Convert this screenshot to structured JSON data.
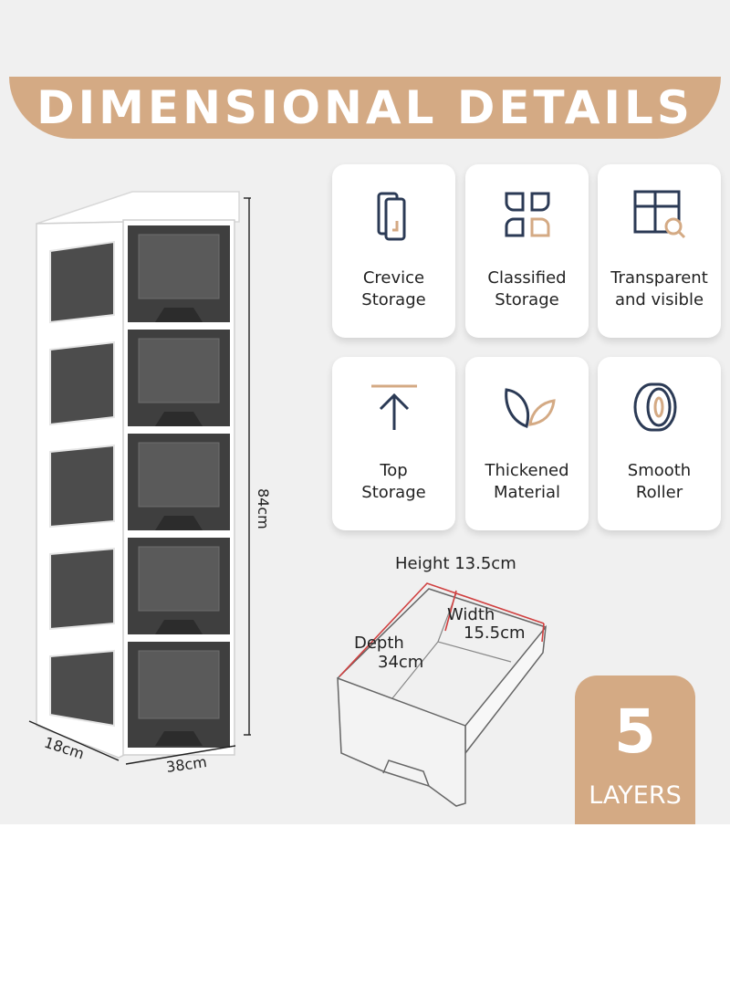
{
  "banner": {
    "title": "DIMENSIONAL DETAILS"
  },
  "colors": {
    "accent": "#D4AA84",
    "panel": "#F0F0F0",
    "card": "#FFFFFF",
    "text": "#222222",
    "dimension_line": "#D04040"
  },
  "features": [
    {
      "label_line1": "Crevice",
      "label_line2": "Storage",
      "icon": "crevice-icon"
    },
    {
      "label_line1": "Classified",
      "label_line2": "Storage",
      "icon": "four-compartment-icon"
    },
    {
      "label_line1": "Transparent",
      "label_line2": "and visible",
      "icon": "magnifier-window-icon"
    },
    {
      "label_line1": "Top",
      "label_line2": "Storage",
      "icon": "arrow-up-icon"
    },
    {
      "label_line1": "Thickened",
      "label_line2": "Material",
      "icon": "leaf-icon"
    },
    {
      "label_line1": "Smooth",
      "label_line2": "Roller",
      "icon": "roller-icon"
    }
  ],
  "cabinet": {
    "height": "84cm",
    "width": "38cm",
    "depth": "18cm"
  },
  "drawer": {
    "height": "Height 13.5cm",
    "width_label": "Width",
    "width_value": "15.5cm",
    "depth_label": "Depth",
    "depth_value": "34cm"
  },
  "layers": {
    "count": "5",
    "label": "LAYERS"
  }
}
